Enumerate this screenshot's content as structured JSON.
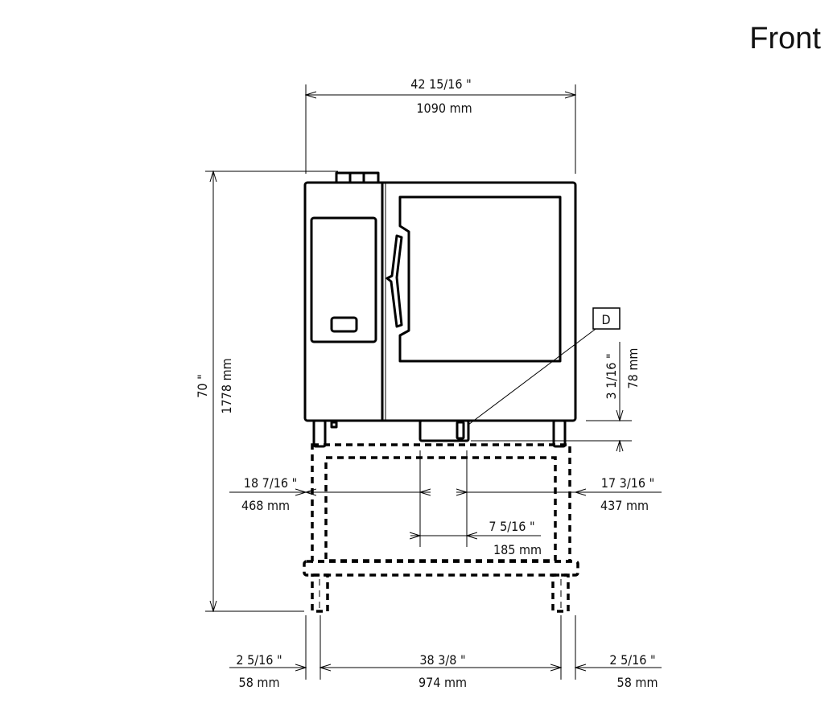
{
  "title": "Front",
  "callout": "D",
  "dimensions": {
    "overall_width": {
      "imperial": "42 15/16 \"",
      "metric": "1090 mm"
    },
    "overall_height": {
      "imperial": "70 \"",
      "metric": "1778 mm"
    },
    "drain_height": {
      "imperial": "3 1/16 \"",
      "metric": "78 mm"
    },
    "left_to_drain": {
      "imperial": "18 7/16 \"",
      "metric": "468 mm"
    },
    "right_to_drain": {
      "imperial": "17 3/16 \"",
      "metric": "437 mm"
    },
    "drain_spacing": {
      "imperial": "7 5/16 \"",
      "metric": "185 mm"
    },
    "left_leg_offset": {
      "imperial": "2 5/16 \"",
      "metric": "58 mm"
    },
    "leg_span": {
      "imperial": "38 3/8 \"",
      "metric": "974 mm"
    },
    "right_leg_offset": {
      "imperial": "2 5/16 \"",
      "metric": "58 mm"
    }
  }
}
